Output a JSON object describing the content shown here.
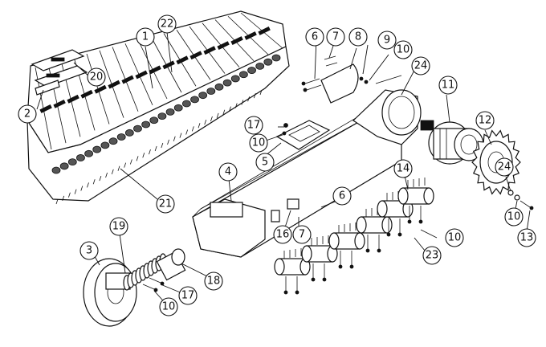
{
  "diagram": {
    "callouts": [
      {
        "id": "c1",
        "label": "1"
      },
      {
        "id": "c2",
        "label": "2"
      },
      {
        "id": "c3",
        "label": "3"
      },
      {
        "id": "c4",
        "label": "4"
      },
      {
        "id": "c5",
        "label": "5"
      },
      {
        "id": "c6a",
        "label": "6"
      },
      {
        "id": "c6b",
        "label": "6"
      },
      {
        "id": "c7a",
        "label": "7"
      },
      {
        "id": "c7b",
        "label": "7"
      },
      {
        "id": "c8",
        "label": "8"
      },
      {
        "id": "c9",
        "label": "9"
      },
      {
        "id": "c10a",
        "label": "10"
      },
      {
        "id": "c10b",
        "label": "10"
      },
      {
        "id": "c10c",
        "label": "10"
      },
      {
        "id": "c10d",
        "label": "10"
      },
      {
        "id": "c10e",
        "label": "10"
      },
      {
        "id": "c11",
        "label": "11"
      },
      {
        "id": "c12",
        "label": "12"
      },
      {
        "id": "c13",
        "label": "13"
      },
      {
        "id": "c14",
        "label": "14"
      },
      {
        "id": "c16",
        "label": "16"
      },
      {
        "id": "c17a",
        "label": "17"
      },
      {
        "id": "c17b",
        "label": "17"
      },
      {
        "id": "c18",
        "label": "18"
      },
      {
        "id": "c19",
        "label": "19"
      },
      {
        "id": "c20",
        "label": "20"
      },
      {
        "id": "c21",
        "label": "21"
      },
      {
        "id": "c22",
        "label": "22"
      },
      {
        "id": "c23",
        "label": "23"
      },
      {
        "id": "c24a",
        "label": "24"
      },
      {
        "id": "c24b",
        "label": "24"
      }
    ]
  }
}
